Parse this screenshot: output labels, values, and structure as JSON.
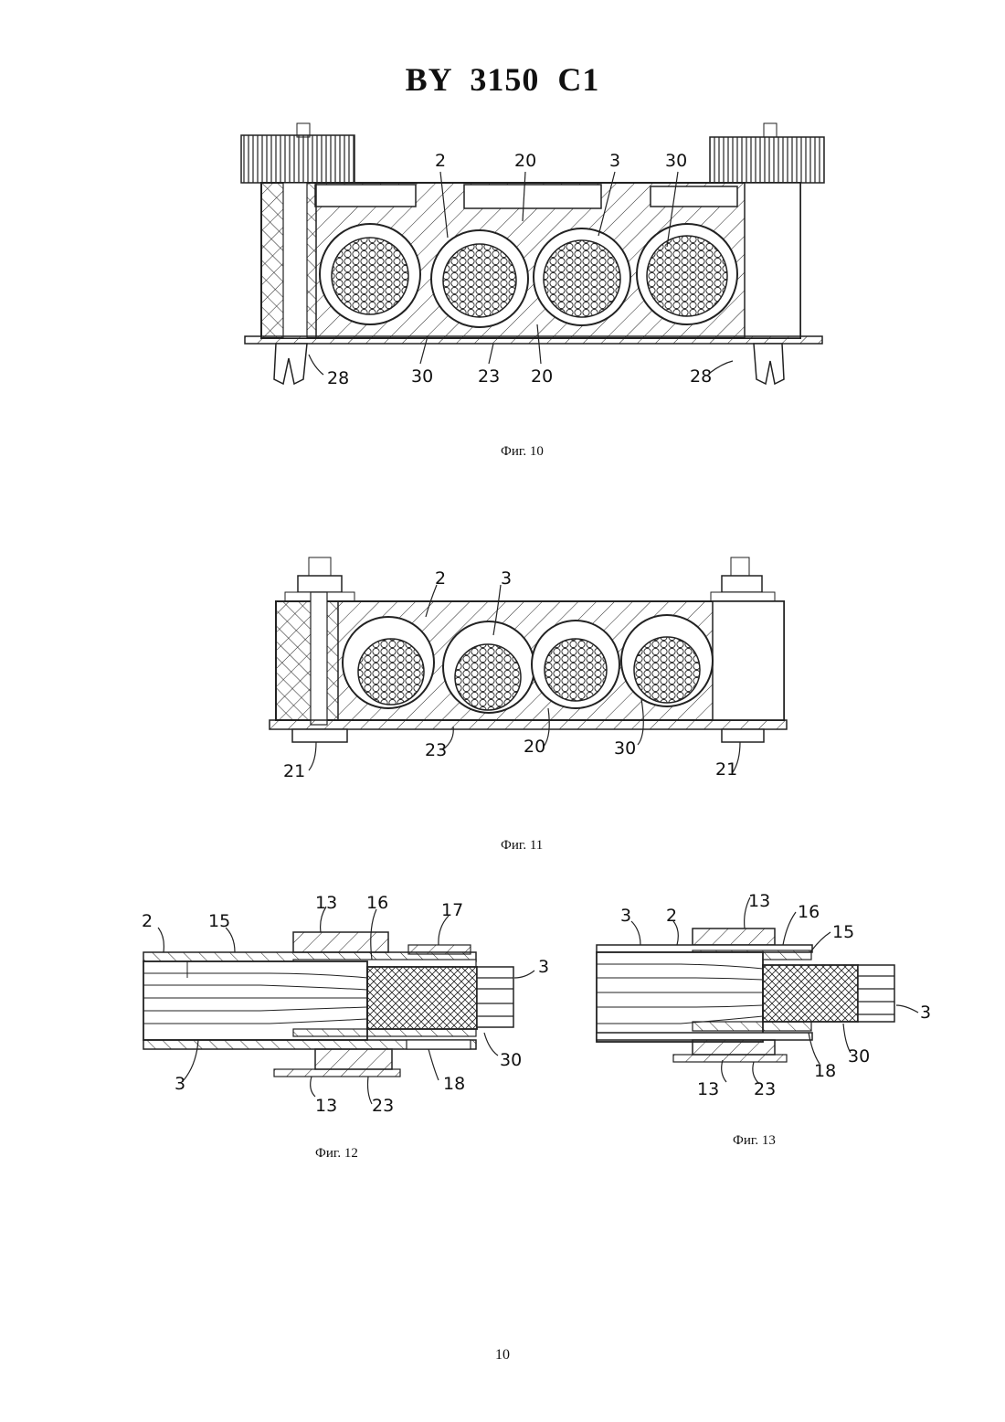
{
  "header": {
    "patent_number": "BY  3150  C1"
  },
  "figures": {
    "fig10": {
      "caption": "Фиг. 10",
      "labels": {
        "l2": "2",
        "l20a": "20",
        "l3": "3",
        "l30a": "30",
        "l28a": "28",
        "l30b": "30",
        "l23": "23",
        "l20b": "20",
        "l28b": "28"
      }
    },
    "fig11": {
      "caption": "Фиг. 11",
      "labels": {
        "l2": "2",
        "l3": "3",
        "l23": "23",
        "l20": "20",
        "l30": "30",
        "l21a": "21",
        "l21b": "21"
      }
    },
    "fig12": {
      "caption": "Фиг. 12",
      "labels": {
        "l2": "2",
        "l15": "15",
        "l13a": "13",
        "l16": "16",
        "l17": "17",
        "l3a": "3",
        "l3b": "3",
        "l30": "30",
        "l18": "18",
        "l13b": "13",
        "l23": "23"
      }
    },
    "fig13": {
      "caption": "Фиг. 13",
      "labels": {
        "l3a": "3",
        "l2": "2",
        "l13a": "13",
        "l16": "16",
        "l15": "15",
        "l3b": "3",
        "l30": "30",
        "l18": "18",
        "l13b": "13",
        "l23": "23"
      }
    }
  },
  "footer": {
    "page_number": "10"
  }
}
